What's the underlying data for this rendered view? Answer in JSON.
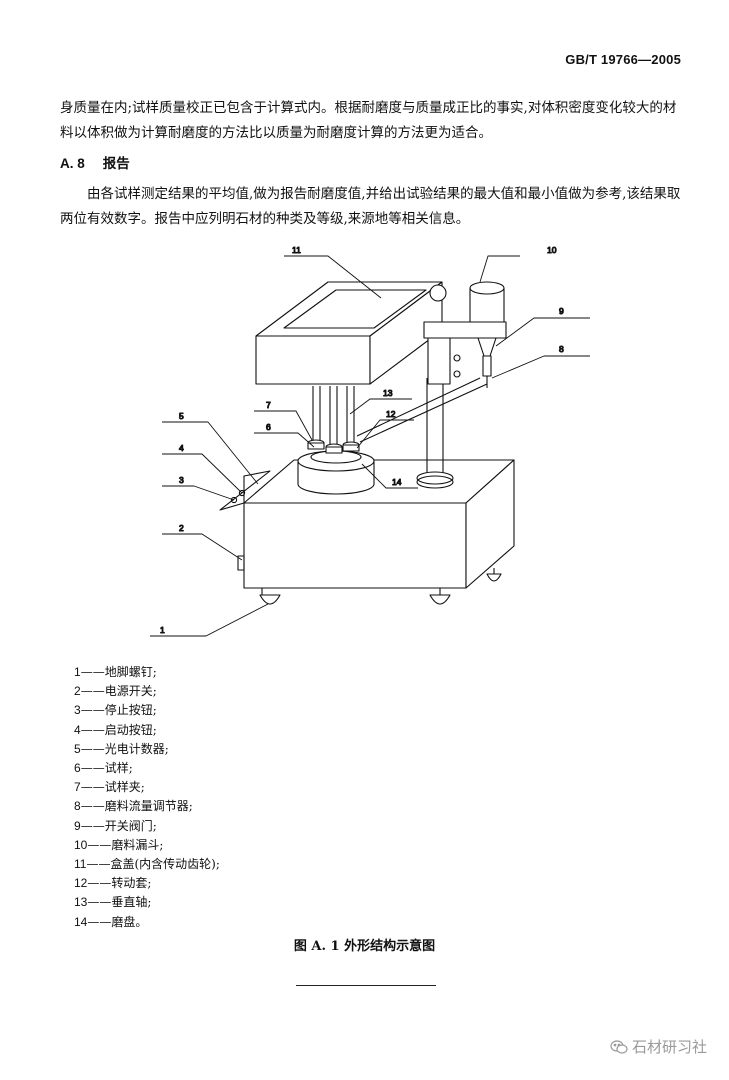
{
  "header": {
    "standard_code": "GB/T 19766—2005"
  },
  "body": {
    "para1": "身质量在内;试样质量校正已包含于计算式内。根据耐磨度与质量成正比的事实,对体积密度变化较大的材料以体积做为计算耐磨度的方法比以质量为耐磨度计算的方法更为适合。",
    "section": {
      "number": "A. 8",
      "title": "报告"
    },
    "para2": "由各试样测定结果的平均值,做为报告耐磨度值,并给出试验结果的最大值和最小值做为参考,该结果取两位有效数字。报告中应列明石材的种类及等级,来源地等相关信息。"
  },
  "figure": {
    "callouts": [
      "1",
      "2",
      "3",
      "4",
      "5",
      "6",
      "7",
      "8",
      "9",
      "10",
      "11",
      "12",
      "13",
      "14"
    ],
    "legend": [
      {
        "num": "1",
        "sep": "——",
        "text": "地脚螺钉;"
      },
      {
        "num": "2",
        "sep": "——",
        "text": "电源开关;"
      },
      {
        "num": "3",
        "sep": "——",
        "text": "停止按钮;"
      },
      {
        "num": "4",
        "sep": "——",
        "text": "启动按钮;"
      },
      {
        "num": "5",
        "sep": "——",
        "text": "光电计数器;"
      },
      {
        "num": "6",
        "sep": "——",
        "text": "试样;"
      },
      {
        "num": "7",
        "sep": "——",
        "text": "试样夹;"
      },
      {
        "num": "8",
        "sep": "——",
        "text": "磨料流量调节器;"
      },
      {
        "num": "9",
        "sep": "——",
        "text": "开关阀门;"
      },
      {
        "num": "10",
        "sep": "——",
        "text": "磨料漏斗;"
      },
      {
        "num": "11",
        "sep": "——",
        "text": "盒盖(内含传动齿轮);"
      },
      {
        "num": "12",
        "sep": "——",
        "text": "转动套;"
      },
      {
        "num": "13",
        "sep": "——",
        "text": "垂直轴;"
      },
      {
        "num": "14",
        "sep": "——",
        "text": "磨盘。"
      }
    ],
    "caption": "图 A. 1   外形结构示意图"
  },
  "watermark": {
    "text": "石材研习社",
    "icon": "wechat-icon"
  }
}
